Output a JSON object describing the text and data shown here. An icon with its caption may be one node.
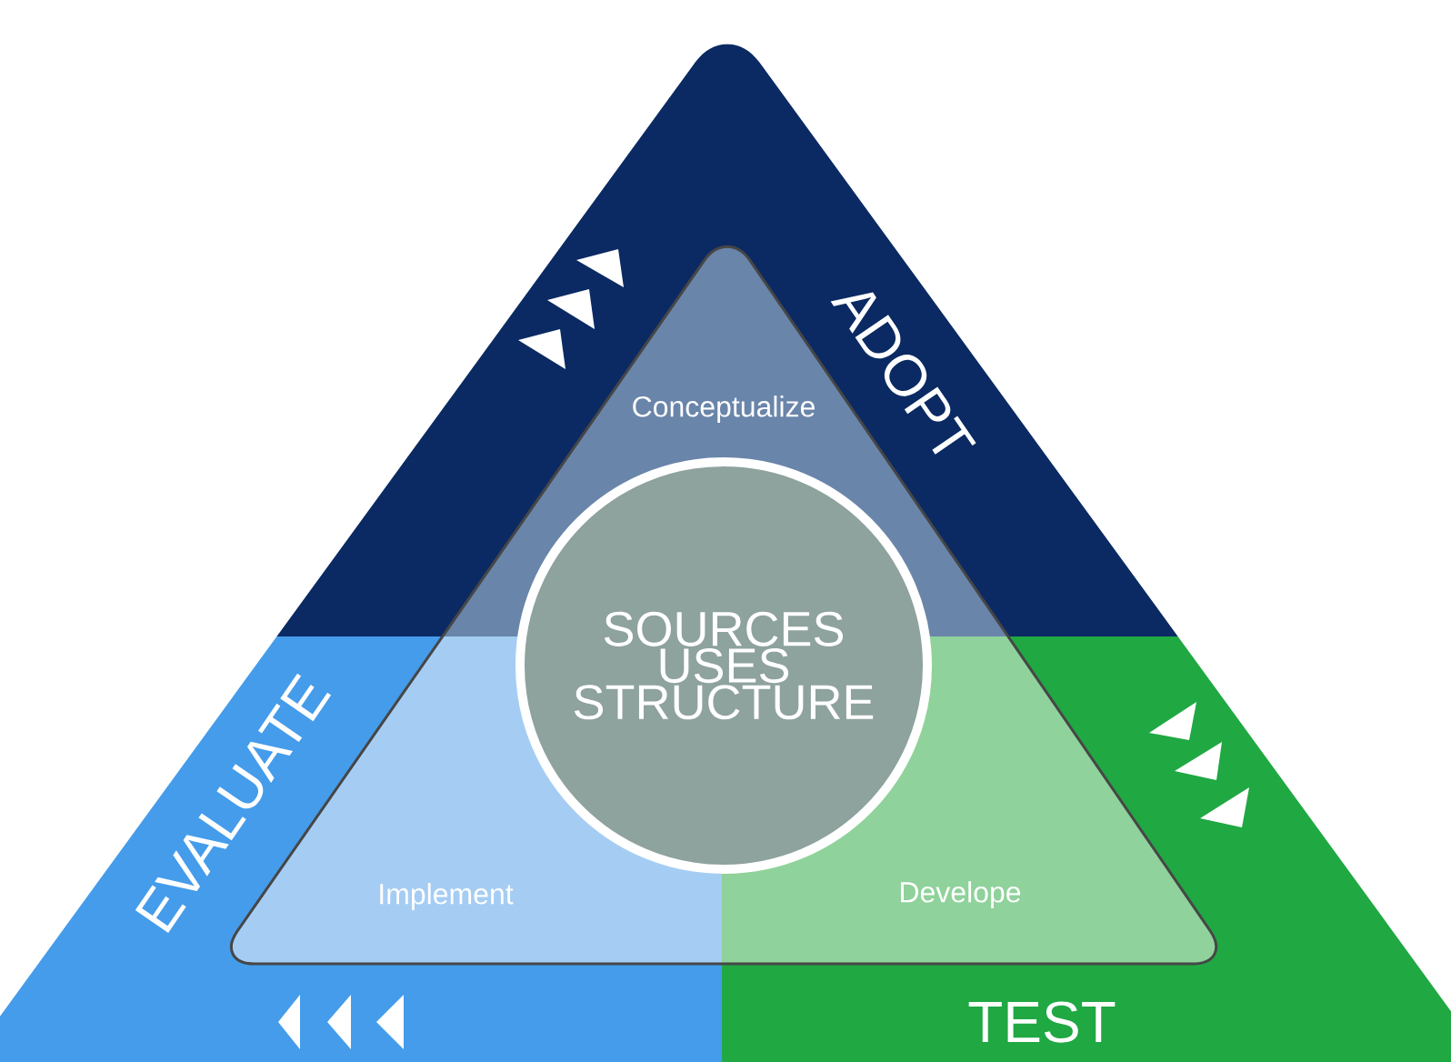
{
  "diagram": {
    "nodes": [
      {
        "text": [
          "ADOPT"
        ]
      },
      {
        "text": [
          "EVALUATE"
        ]
      },
      {
        "text": [
          "TEST"
        ]
      },
      {
        "text": [
          "Conceptualize"
        ]
      },
      {
        "text": [
          "Implement"
        ]
      },
      {
        "text": [
          "Develope"
        ]
      },
      {
        "text": [
          "SOURCES USES STRUCTURE"
        ]
      }
    ]
  }
}
